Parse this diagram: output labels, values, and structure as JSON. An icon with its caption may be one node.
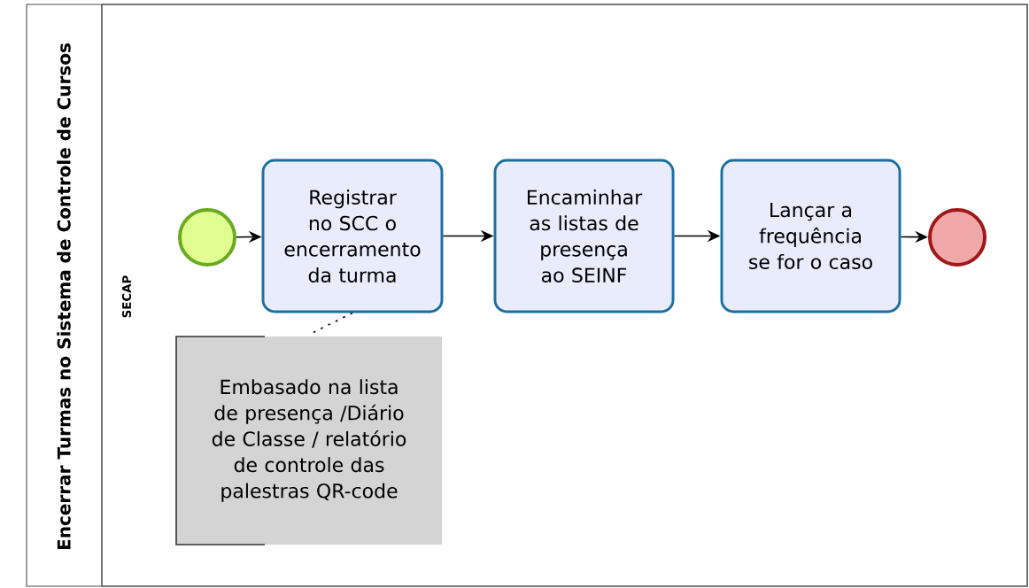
{
  "diagram": {
    "nodes": [
      {
        "text": [
          "Encerrar Turmas no Sistema de Controle de Cursos"
        ]
      },
      {
        "text": [
          "SECAP"
        ],
        "in": 0
      },
      {
        "text": [],
        "shape": "circle",
        "in": 1
      },
      {
        "text": [
          "Registrar no SCC o encerramento da turma"
        ],
        "in": 1
      },
      {
        "text": [
          "Encaminhar as listas de presença ao SEINF"
        ],
        "in": 1
      },
      {
        "text": [
          "Lançar a frequência se for o caso"
        ],
        "in": 1
      },
      {
        "text": [],
        "shape": "circle",
        "in": 1
      },
      {
        "text": [
          "Embasado na lista de presença /Diário de Classe / relatório de controle das palestras QR-code"
        ],
        "in": 1
      }
    ],
    "edges": [
      {
        "from": 2,
        "to": 3,
        "arrow": "to"
      },
      {
        "from": 3,
        "to": 4,
        "arrow": "to"
      },
      {
        "from": 4,
        "to": 5,
        "arrow": "to"
      },
      {
        "from": 5,
        "to": 6,
        "arrow": "to"
      },
      {
        "from": 3,
        "to": 7,
        "arrow": "none",
        "style": "dashed"
      }
    ]
  }
}
